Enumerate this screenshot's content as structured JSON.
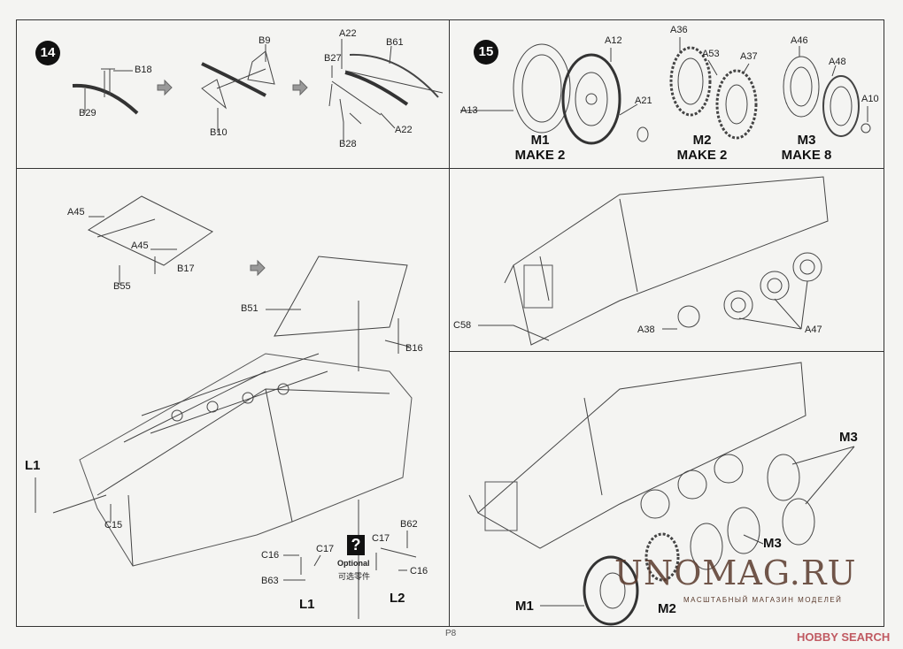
{
  "step14": {
    "number": "14",
    "labels": [
      "B18",
      "B29",
      "B9",
      "B10",
      "A22",
      "B61",
      "B27",
      "A22",
      "B28"
    ]
  },
  "step15": {
    "number": "15",
    "labels": [
      "A12",
      "A36",
      "A53",
      "A37",
      "A46",
      "A48",
      "A10",
      "A13",
      "A21"
    ],
    "groups": [
      {
        "name": "M1",
        "qty": "MAKE 2"
      },
      {
        "name": "M2",
        "qty": "MAKE 2"
      },
      {
        "name": "M3",
        "qty": "MAKE 8"
      }
    ]
  },
  "hull": {
    "labels": [
      "A45",
      "A45",
      "B17",
      "B55",
      "B51",
      "B16",
      "L1",
      "C15"
    ]
  },
  "options": {
    "labels": [
      "C16",
      "C17",
      "B63",
      "L1",
      "C17",
      "B62",
      "C16",
      "L2"
    ],
    "optional_en": "Optional",
    "optional_zh": "可选零件",
    "icon": "?"
  },
  "wheels_mid": {
    "labels": [
      "C58",
      "A38",
      "A47"
    ]
  },
  "wheels_final": {
    "labels": [
      "M3",
      "M1",
      "M2",
      "M3"
    ]
  },
  "watermark": {
    "title": "UNOMAG.RU",
    "subtitle": "МАСШТАБНЫЙ МАГАЗИН МОДЕЛЕЙ"
  },
  "footer": {
    "page": "P8",
    "brand": "HOBBY SEARCH"
  }
}
